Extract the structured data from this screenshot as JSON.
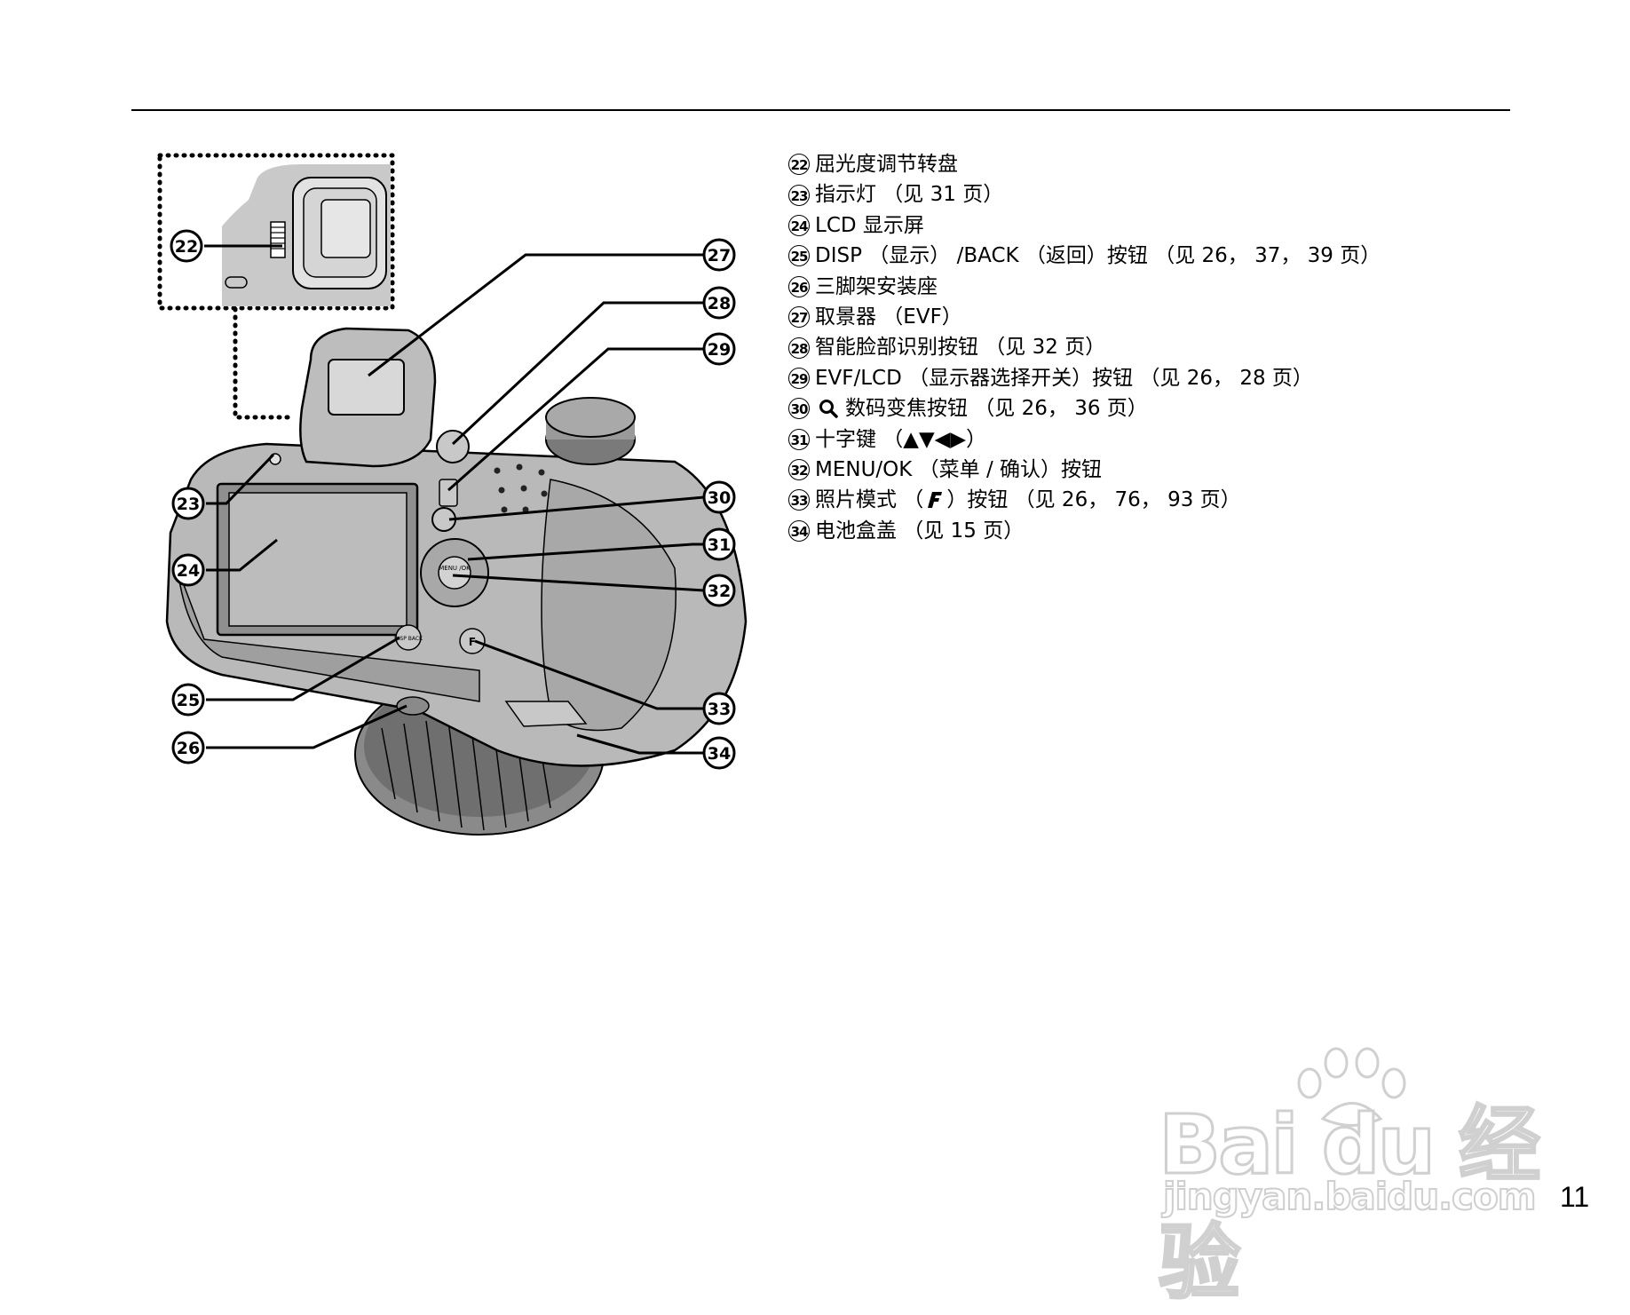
{
  "legend": [
    {
      "num": "22",
      "text": "屈光度调节转盘"
    },
    {
      "num": "23",
      "text": "指示灯 （见 31 页）"
    },
    {
      "num": "24",
      "text": "LCD 显示屏"
    },
    {
      "num": "25",
      "text": "DISP （显示） /BACK （返回）按钮 （见 26， 37， 39 页）"
    },
    {
      "num": "26",
      "text": "三脚架安装座"
    },
    {
      "num": "27",
      "text": "取景器 （EVF）"
    },
    {
      "num": "28",
      "text": "智能脸部识别按钮 （见 32 页）"
    },
    {
      "num": "29",
      "text": "EVF/LCD （显示器选择开关）按钮 （见 26， 28 页）"
    },
    {
      "num": "30",
      "icon": "magnifier-icon",
      "text": "数码变焦按钮 （见 26， 36 页）"
    },
    {
      "num": "31",
      "text": "十字键 （▲▼◀▶）"
    },
    {
      "num": "32",
      "text": "MENU/OK （菜单 / 确认）按钮"
    },
    {
      "num": "33",
      "text_before": "照片模式 （",
      "icon": "f-icon",
      "text_after": "）按钮 （见 26， 76， 93 页）"
    },
    {
      "num": "34",
      "text": "电池盒盖 （见 15 页）"
    }
  ],
  "callouts": {
    "c22": "22",
    "c23": "23",
    "c24": "24",
    "c25": "25",
    "c26": "26",
    "c27": "27",
    "c28": "28",
    "c29": "29",
    "c30": "30",
    "c31": "31",
    "c32": "32",
    "c33": "33",
    "c34": "34"
  },
  "camera_labels": {
    "disp_button": "DISP BACK",
    "menu_button": "MENU /OK",
    "f_button": "F"
  },
  "watermark": {
    "brand": "Bai du 经验",
    "domain": "jingyan.baidu.com"
  },
  "page_number": "11"
}
